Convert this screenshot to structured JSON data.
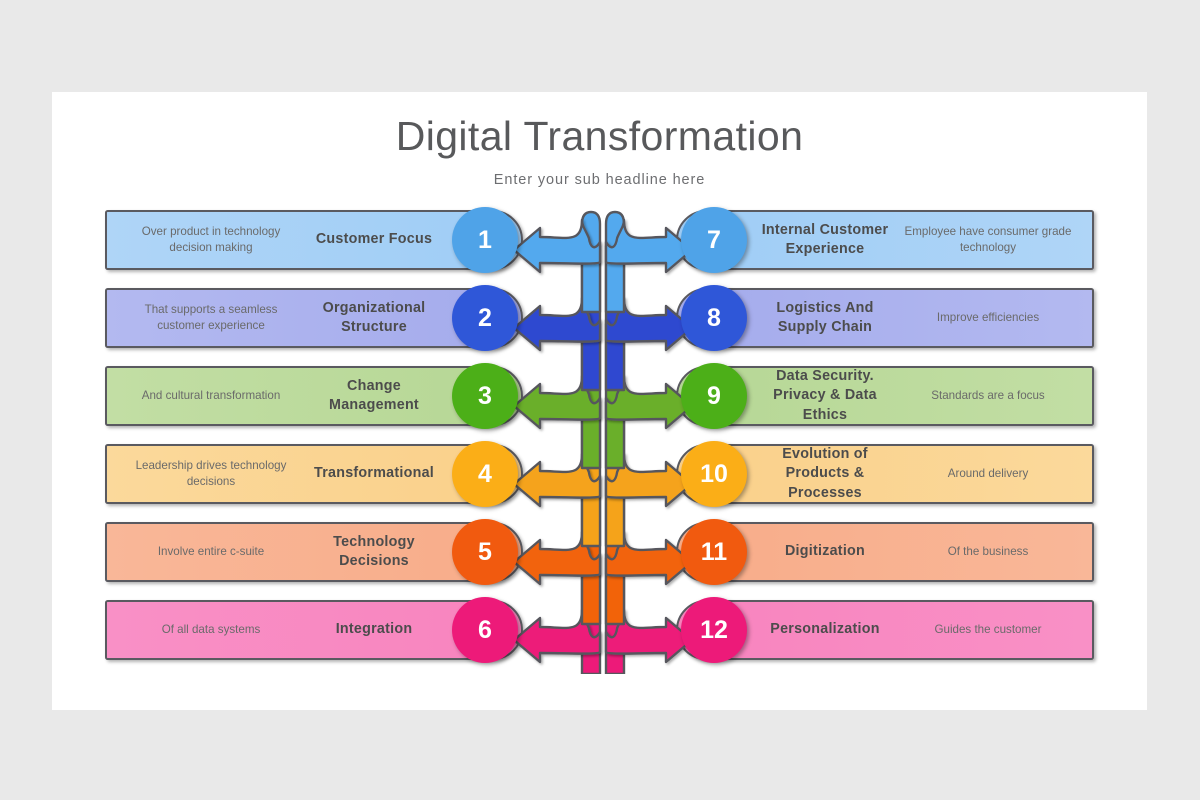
{
  "slide": {
    "title": "Digital Transformation",
    "subtitle": "Enter your sub headline here"
  },
  "palette": {
    "background": "#e9e9e9",
    "card": "#ffffff",
    "border": "#5a5a60",
    "title_color": "#58595b"
  },
  "left_rows": [
    {
      "number": "1",
      "headline": "Customer  Focus",
      "description": "Over product in technology decision making",
      "bar_color": "#AFD5F7",
      "bar_color_end": "#9FCDF6",
      "circle_color": "#4FA3E8"
    },
    {
      "number": "2",
      "headline": "Organizational Structure",
      "description": "That supports a seamless customer experience",
      "bar_color": "#B3B9F0",
      "bar_color_end": "#A4ABEC",
      "circle_color": "#2F57D8"
    },
    {
      "number": "3",
      "headline": "Change  Management",
      "description": "And cultural transformation",
      "bar_color": "#C2DEA4",
      "bar_color_end": "#B6D795",
      "circle_color": "#4CAF18"
    },
    {
      "number": "4",
      "headline": "Transformational",
      "description": "Leadership drives technology decisions",
      "bar_color": "#FBD99B",
      "bar_color_end": "#FAD08A",
      "circle_color": "#FBAE17"
    },
    {
      "number": "5",
      "headline": "Technology Decisions",
      "description": "Involve entire c-suite",
      "bar_color": "#F9B798",
      "bar_color_end": "#F8AC89",
      "circle_color": "#F15A0F"
    },
    {
      "number": "6",
      "headline": "Integration",
      "description": "Of all data systems",
      "bar_color": "#F990C6",
      "bar_color_end": "#F884BE",
      "circle_color": "#ED1A79"
    }
  ],
  "right_rows": [
    {
      "number": "7",
      "headline": "Internal  Customer Experience",
      "description": "Employee have consumer grade technology",
      "bar_color": "#AFD5F7",
      "bar_color_end": "#9FCDF6",
      "circle_color": "#4FA3E8"
    },
    {
      "number": "8",
      "headline": "Logistics  And Supply Chain",
      "description": "Improve efficiencies",
      "bar_color": "#B3B9F0",
      "bar_color_end": "#A4ABEC",
      "circle_color": "#2F57D8"
    },
    {
      "number": "9",
      "headline": "Data  Security. Privacy & Data  Ethics",
      "description": "Standards are a focus",
      "bar_color": "#C2DEA4",
      "bar_color_end": "#B6D795",
      "circle_color": "#4CAF18"
    },
    {
      "number": "10",
      "headline": "Evolution  of Products & Processes",
      "description": "Around delivery",
      "bar_color": "#FBD99B",
      "bar_color_end": "#FAD08A",
      "circle_color": "#FBAE17"
    },
    {
      "number": "11",
      "headline": "Digitization",
      "description": "Of the business",
      "bar_color": "#F9B798",
      "bar_color_end": "#F8AC89",
      "circle_color": "#F15A0F"
    },
    {
      "number": "12",
      "headline": "Personalization",
      "description": "Guides the customer",
      "bar_color": "#F990C6",
      "bar_color_end": "#F884BE",
      "circle_color": "#ED1A79"
    }
  ],
  "arrows": {
    "stroke": "#57575d",
    "levels": [
      {
        "name": "level-1-lightblue",
        "color": "#53A9EE"
      },
      {
        "name": "level-2-blue",
        "color": "#2F48D0"
      },
      {
        "name": "level-3-green",
        "color": "#6AAF2A"
      },
      {
        "name": "level-4-amber",
        "color": "#F5A31A"
      },
      {
        "name": "level-5-orange",
        "color": "#F26309"
      },
      {
        "name": "level-6-pink",
        "color": "#ED1A79"
      }
    ]
  }
}
